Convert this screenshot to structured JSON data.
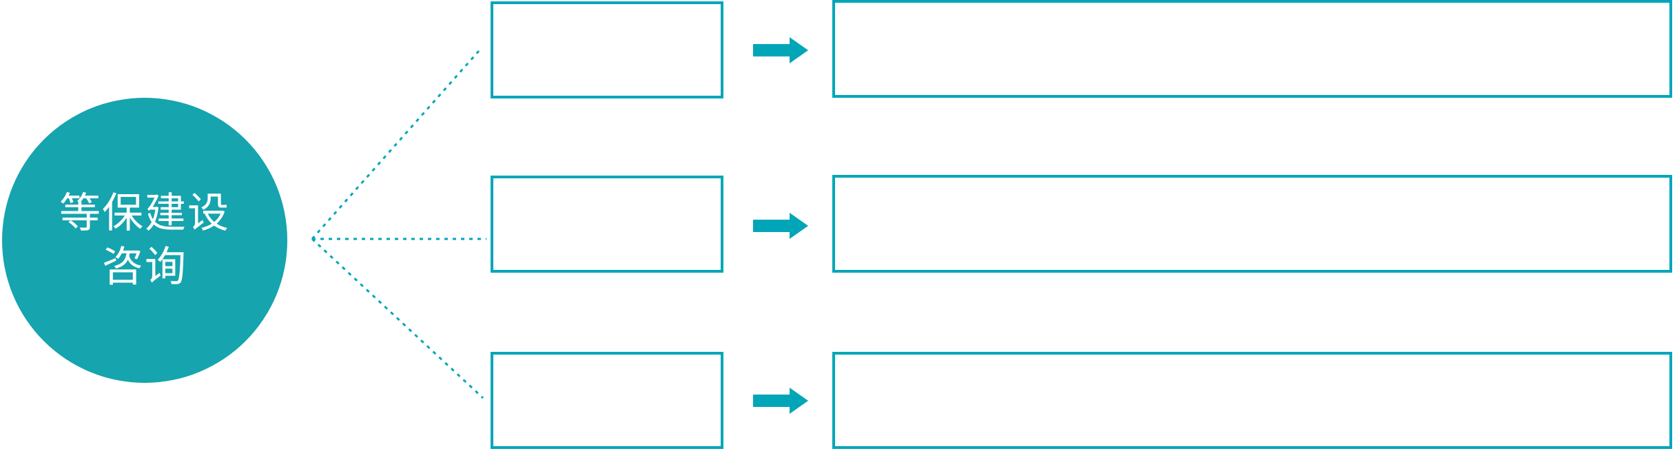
{
  "diagram": {
    "type": "hub-and-spoke",
    "hub": {
      "title_line1": "等保建设",
      "title_line2": "咨询"
    },
    "rows": [
      {
        "category_text": "",
        "description_text": ""
      },
      {
        "category_text": "",
        "description_text": ""
      },
      {
        "category_text": "",
        "description_text": ""
      }
    ]
  },
  "icons": {
    "arrow": "right-arrow",
    "connector": "dotted-line"
  },
  "colors": {
    "accent": "#00a6b8",
    "circle_fill": "#16a4ae",
    "circle_text": "#ffffff",
    "box_fill": "#ffffff",
    "background": "#ffffff"
  }
}
